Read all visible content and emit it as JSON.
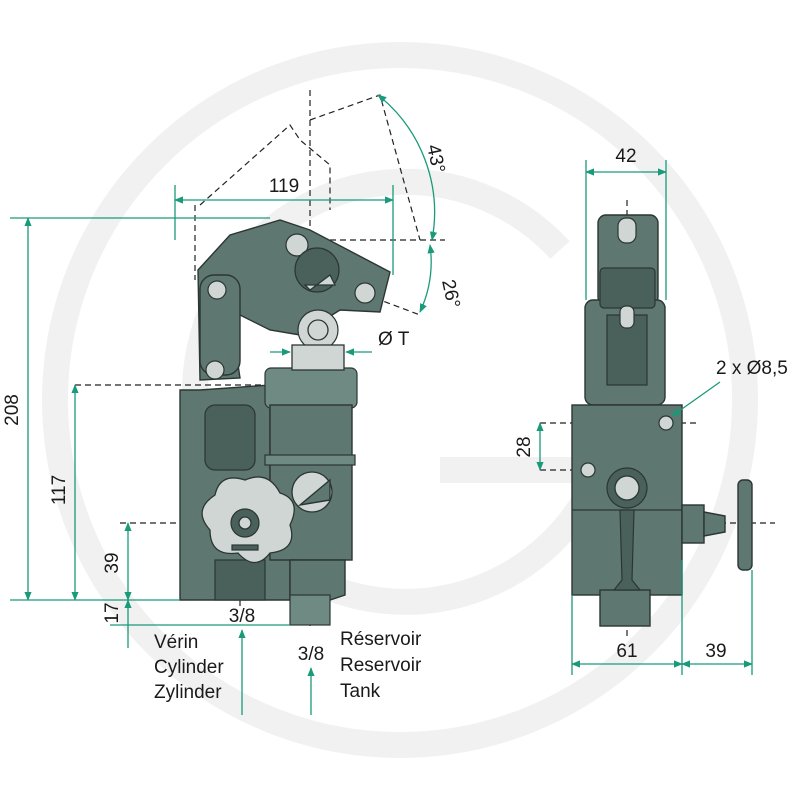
{
  "colors": {
    "dimension": "#1a9a7a",
    "body": "#5e7770",
    "knob": "#cfd6d4",
    "text": "#1a1a1a"
  },
  "front_view": {
    "dimensions": {
      "width_top": "119",
      "height_total": "208",
      "height_port": "117",
      "height_39": "39",
      "height_17": "17",
      "angle_43": "43°",
      "angle_26": "26°",
      "diameter_t": "Ø T"
    },
    "ports": {
      "cylinder_thread": "3/8",
      "tank_thread": "3/8"
    },
    "labels": {
      "cylinder": [
        "Vérin",
        "Cylinder",
        "Zylinder"
      ],
      "tank": [
        "Réservoir",
        "Reservoir",
        "Tank"
      ]
    }
  },
  "side_view": {
    "dimensions": {
      "width_top": "42",
      "holes": "2 x Ø8,5",
      "height_28": "28",
      "width_61": "61",
      "handle_39": "39"
    }
  }
}
